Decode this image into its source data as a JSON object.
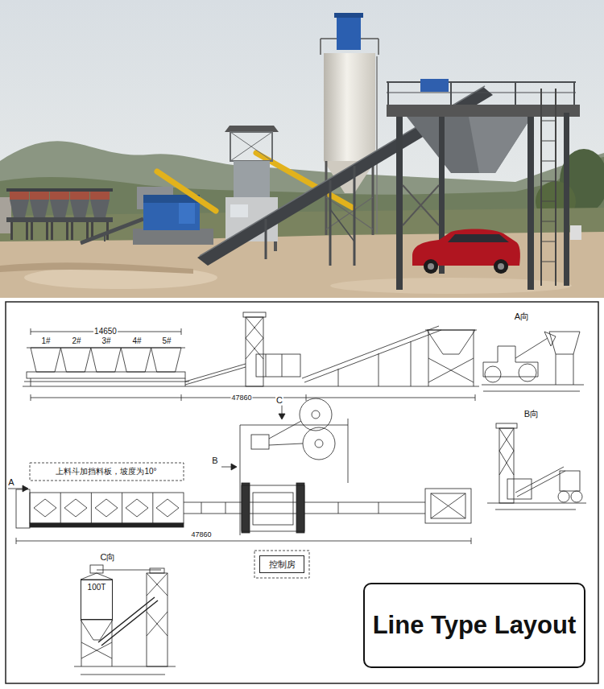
{
  "diagram": {
    "nodes": [
      {
        "text": [
          "控制房"
        ]
      },
      {
        "text": [
          "100T"
        ]
      },
      {
        "text": [
          "Line Type Layout"
        ]
      }
    ],
    "labels": [
      "14650",
      "1#",
      "2#",
      "3#",
      "4#",
      "5#",
      "A向",
      "B向",
      "上料斗加挡料板，坡度为10°",
      "A",
      "B",
      "C",
      "47860",
      "C向",
      "47860"
    ]
  }
}
